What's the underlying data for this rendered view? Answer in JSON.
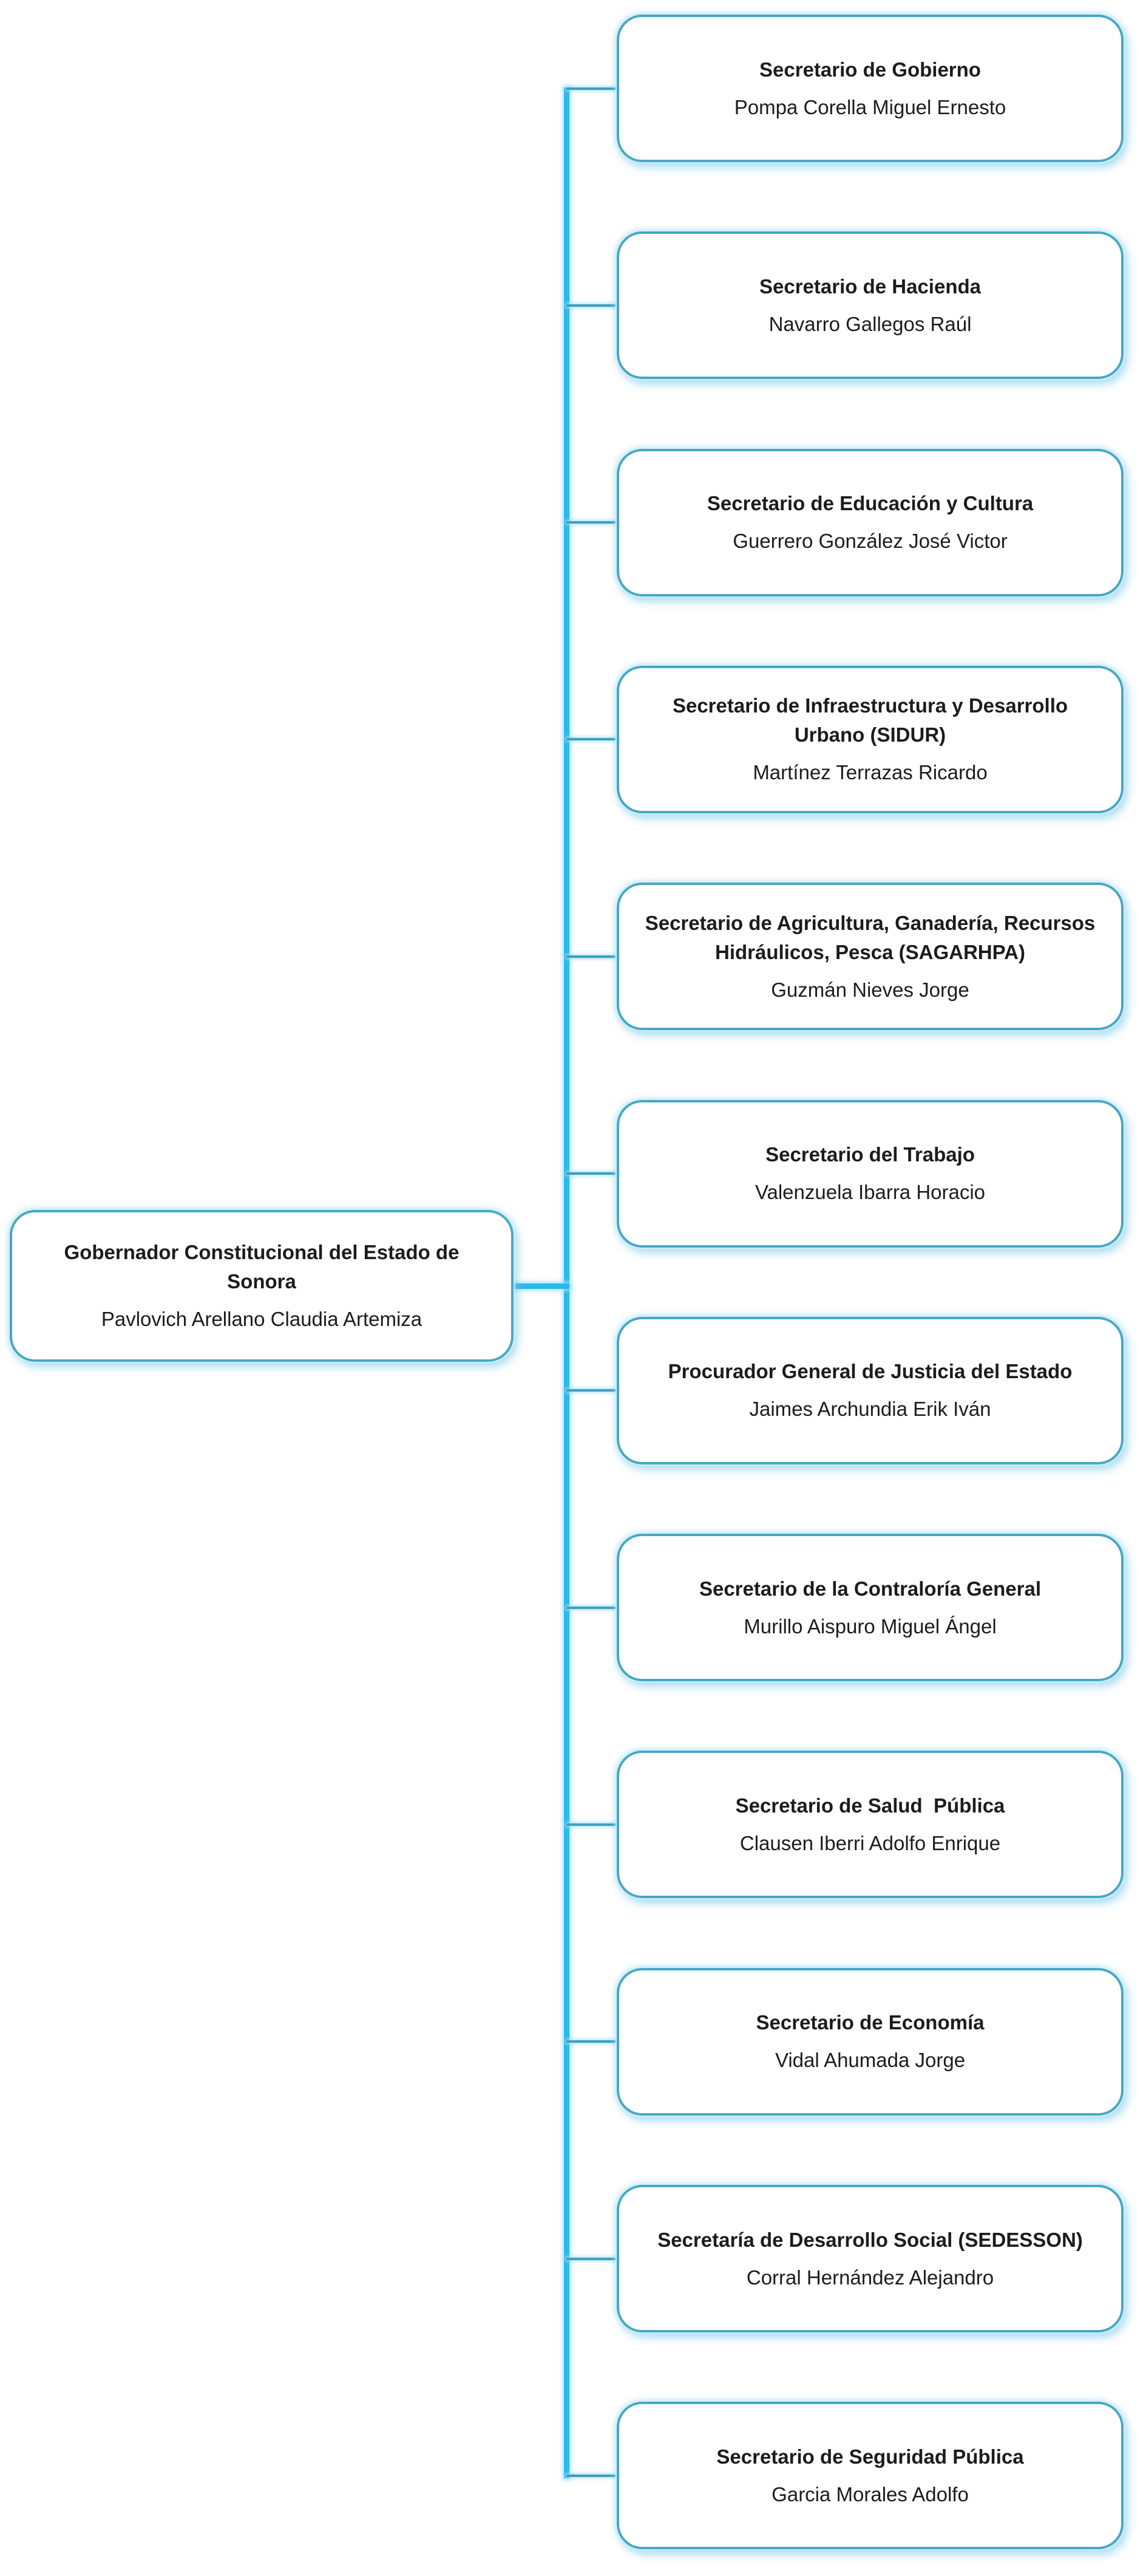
{
  "chart": {
    "root": {
      "title": "Gobernador Constitucional del Estado de\nSonora",
      "name": "Pavlovich Arellano Claudia Artemiza"
    },
    "secretaries": [
      {
        "title": "Secretario de Gobierno",
        "name": "Pompa Corella Miguel Ernesto"
      },
      {
        "title": "Secretario de Hacienda",
        "name": "Navarro Gallegos Raúl"
      },
      {
        "title": "Secretario de Educación y Cultura",
        "name": "Guerrero González José Victor"
      },
      {
        "title": "Secretario de Infraestructura y Desarrollo\nUrbano (SIDUR)",
        "name": "Martínez Terrazas Ricardo"
      },
      {
        "title": "Secretario de Agricultura, Ganadería, Recursos\nHidráulicos, Pesca (SAGARHPA)",
        "name": "Guzmán Nieves Jorge"
      },
      {
        "title": "Secretario del Trabajo",
        "name": "Valenzuela Ibarra Horacio"
      },
      {
        "title": "Procurador General de Justicia del Estado",
        "name": "Jaimes Archundia Erik Iván"
      },
      {
        "title": "Secretario de la Contraloría General",
        "name": "Murillo Aispuro Miguel Ángel"
      },
      {
        "title": "Secretario de Salud  Pública",
        "name": "Clausen Iberri Adolfo Enrique"
      },
      {
        "title": "Secretario de Economía",
        "name": "Vidal Ahumada Jorge"
      },
      {
        "title": "Secretaría de Desarrollo Social (SEDESSON)",
        "name": "Corral Hernández Alejandro"
      },
      {
        "title": "Secretario de Seguridad Pública",
        "name": "Garcia Morales Adolfo"
      }
    ],
    "colors": {
      "box_border": "#46a8c4",
      "trunk": "#29b9ea",
      "branch": "#3f9fc0",
      "glow": "#bde7f6",
      "text": "#1c1c1c",
      "background": "#ffffff"
    }
  }
}
